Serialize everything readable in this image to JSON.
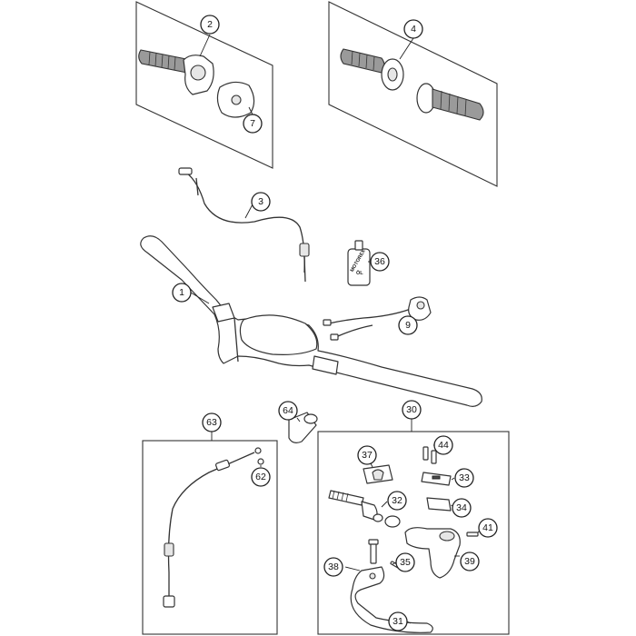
{
  "diagram": {
    "callouts": {
      "c2": "2",
      "c4": "4",
      "c7": "7",
      "c3": "3",
      "c36": "36",
      "c1": "1",
      "c9": "9",
      "c63": "63",
      "c62": "62",
      "c64": "64",
      "c30": "30",
      "c44": "44",
      "c37": "37",
      "c33": "33",
      "c32": "32",
      "c34": "34",
      "c41": "41",
      "c35": "35",
      "c38": "38",
      "c39": "39",
      "c31": "31"
    },
    "bottle_label": {
      "line1": "MOTOREX",
      "line2": "ÖL"
    }
  }
}
